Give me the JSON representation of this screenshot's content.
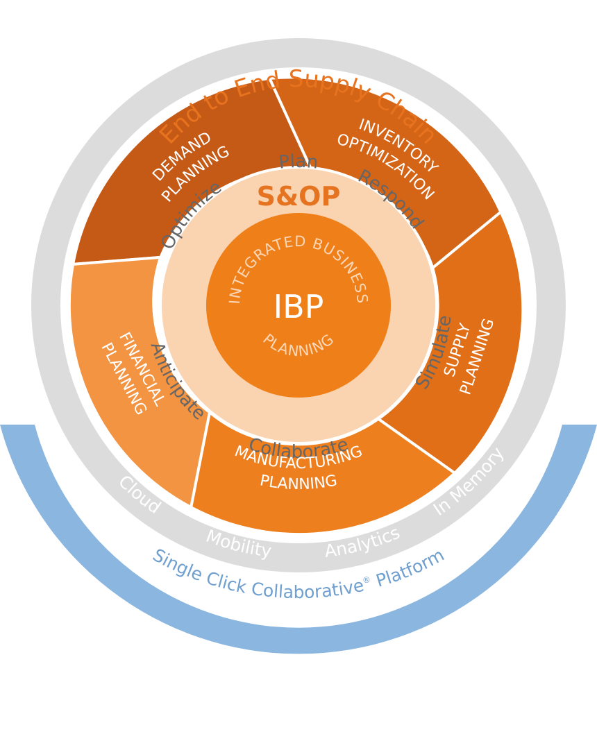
{
  "title": "End to End Supply Chain",
  "ring_labels": {
    "plan": "Plan",
    "respond": "Respond",
    "simulate": "Simulate",
    "collaborate": "Collaborate",
    "anticipate": "Anticipate",
    "optimize": "Optimize"
  },
  "segments": {
    "demand": [
      "DEMAND",
      "PLANNING"
    ],
    "inventory": [
      "INVENTORY",
      "OPTIMIZATION"
    ],
    "supply": [
      "SUPPLY",
      "PLANNING"
    ],
    "manufacturing": [
      "MANUFACTURING",
      "PLANNING"
    ],
    "financial": [
      "FINANCIAL",
      "PLANNING"
    ]
  },
  "sop": "S&OP",
  "core": {
    "title": "IBP",
    "top_text": "INTEGRATED BUSINESS",
    "bottom_text": "PLANNING"
  },
  "platform": {
    "items": {
      "cloud": "Cloud",
      "mobility": "Mobility",
      "analytics": "Analytics",
      "in_memory": "In Memory"
    },
    "name_main": "Single Click Collaborative",
    "registered": "®",
    "name_end": " Platform"
  },
  "colors": {
    "title_orange": "#e8731f",
    "ring_gray": "#dcdcdc",
    "ring_text": "#666666",
    "demand": "#c55a16",
    "inventory": "#d46416",
    "supply": "#e06f18",
    "manufacturing": "#ee7f1f",
    "financial": "#f29442",
    "sop_ring": "#fad3b0",
    "sop_text": "#e5731f",
    "core": "#ef8019",
    "platform_blue": "#8ab6e0",
    "platform_text": "#6f9fcf"
  }
}
